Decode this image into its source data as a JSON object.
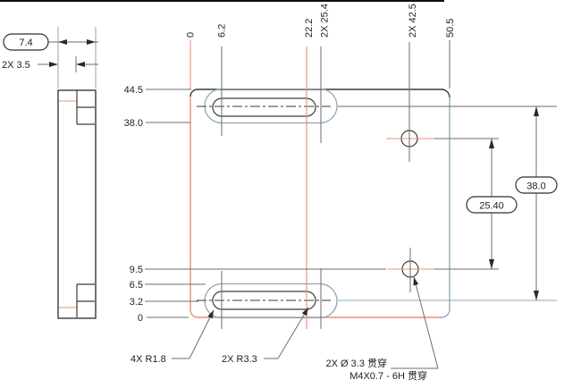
{
  "side_view": {
    "thickness": "7.4",
    "step_depth": "2X 3.5"
  },
  "plan_view": {
    "top_dims": {
      "zero": "0",
      "slot_left_center": "6.2",
      "slot_right_center": "22.2",
      "recess_right_center": "2X 25.4",
      "holes_x": "2X 42.5",
      "overall_width": "50.5"
    },
    "left_dims": {
      "overall_height": "44.5",
      "recess_edge": "38.0",
      "hole_y": "9.5",
      "recess_top": "6.5",
      "slot_center": "3.2",
      "zero": "0"
    },
    "right_dims": {
      "hole_spacing": "25.40",
      "slot_spacing": "38.0"
    },
    "callouts": {
      "slot_radius": "4X R1.8",
      "recess_radius": "2X R3.3",
      "hole_note_line1": "2X Ø 3.3 贯穿",
      "hole_note_line2": "M4X0.7 - 6H 贯穿"
    }
  },
  "colors": {
    "line": "#3a3a3a",
    "highlight": "#e89078",
    "secondary": "#8ba7b8",
    "dim": "#6e6e6e"
  }
}
